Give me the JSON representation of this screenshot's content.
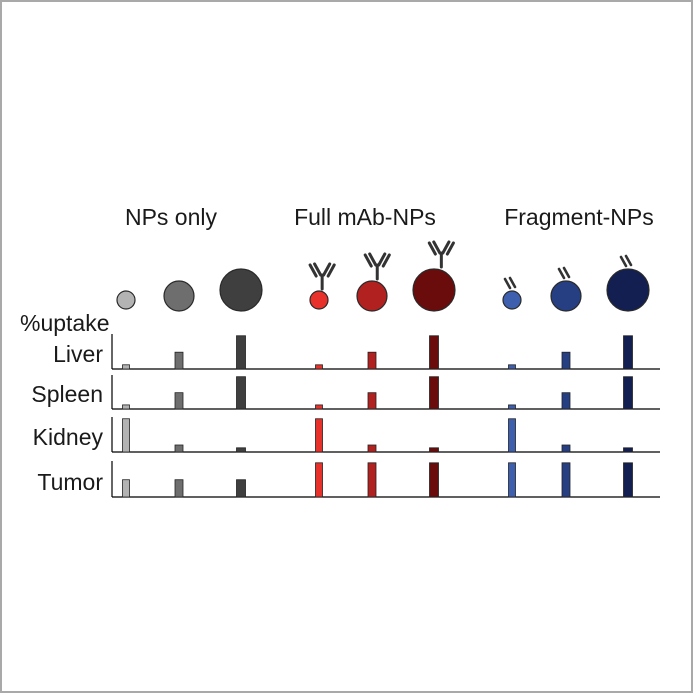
{
  "groups": [
    {
      "title": "NPs only"
    },
    {
      "title": "Full mAb-NPs"
    },
    {
      "title": "Fragment-NPs"
    }
  ],
  "ylabel": "%uptake",
  "organs": [
    "Liver",
    "Spleen",
    "Kidney",
    "Tumor"
  ],
  "chart_data": {
    "type": "bar",
    "ylabel": "%uptake",
    "categories": [
      "Liver",
      "Spleen",
      "Kidney",
      "Tumor"
    ],
    "sizes": [
      "small",
      "medium",
      "large"
    ],
    "groups": [
      "NPs only",
      "Full mAb-NPs",
      "Fragment-NPs"
    ],
    "values": {
      "NPs only": {
        "Liver": [
          0.12,
          0.48,
          0.95
        ],
        "Spleen": [
          0.12,
          0.48,
          0.95
        ],
        "Kidney": [
          0.95,
          0.2,
          0.12
        ],
        "Tumor": [
          0.48,
          0.48,
          0.48
        ]
      },
      "Full mAb-NPs": {
        "Liver": [
          0.12,
          0.48,
          0.95
        ],
        "Spleen": [
          0.12,
          0.48,
          0.95
        ],
        "Kidney": [
          0.95,
          0.2,
          0.12
        ],
        "Tumor": [
          0.95,
          0.95,
          0.95
        ]
      },
      "Fragment-NPs": {
        "Liver": [
          0.12,
          0.48,
          0.95
        ],
        "Spleen": [
          0.12,
          0.48,
          0.95
        ],
        "Kidney": [
          0.95,
          0.2,
          0.12
        ],
        "Tumor": [
          0.95,
          0.95,
          0.95
        ]
      }
    },
    "colors": {
      "NPs only": [
        "#b3b3b3",
        "#6e6e6e",
        "#3f3f3f"
      ],
      "Full mAb-NPs": [
        "#e8312a",
        "#b02120",
        "#6a0c0c"
      ],
      "Fragment-NPs": [
        "#3e5fae",
        "#263f83",
        "#121f50"
      ]
    },
    "grid": false
  }
}
